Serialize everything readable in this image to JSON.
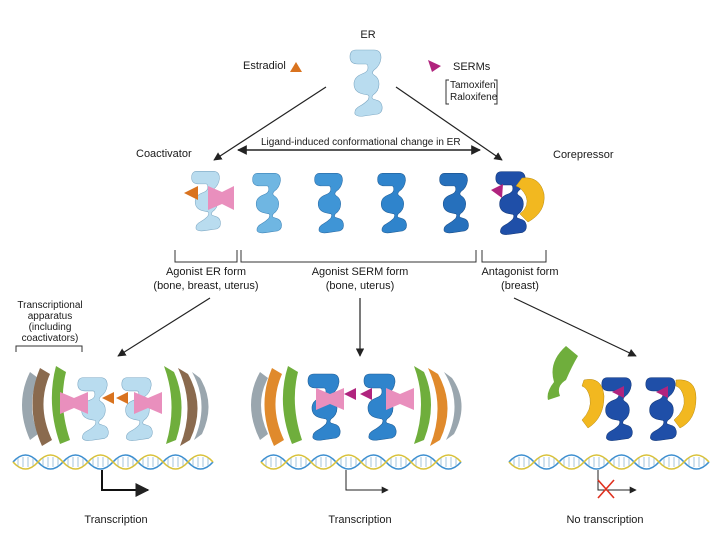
{
  "labels": {
    "er": "ER",
    "estradiol": "Estradiol",
    "serms": "SERMs",
    "serm_examples": [
      "Tamoxifen",
      "Raloxifene"
    ],
    "conformational_change": "Ligand-induced conformational change in ER",
    "coactivator": "Coactivator",
    "corepressor": "Corepressor",
    "agonist_er_form": [
      "Agonist ER form",
      "(bone, breast, uterus)"
    ],
    "agonist_serm_form": [
      "Agonist SERM form",
      "(bone, uterus)"
    ],
    "antagonist_form": [
      "Antagonist form",
      "(breast)"
    ],
    "transcriptional_apparatus": [
      "Transcriptional",
      "apparatus",
      "(including",
      "coactivators)"
    ],
    "outcome_left": "Transcription",
    "outcome_middle": "Transcription",
    "outcome_right": "No transcription"
  },
  "colors": {
    "er_light": "#b9dcef",
    "er_mid": "#6fb6e2",
    "er_blue": "#2f84cc",
    "er_dark": "#1f4fa8",
    "estradiol": "#d9731f",
    "serm": "#b0247e",
    "coactivator": "#e98fbd",
    "corepressor": "#f2b820",
    "green": "#6fae3c",
    "orange": "#e08a2c",
    "brown": "#8a6a4e",
    "gray": "#9aa6ae",
    "dna_blue": "#3d8fd0",
    "dna_yellow": "#d9c23a",
    "x_mark": "#e0301e"
  }
}
